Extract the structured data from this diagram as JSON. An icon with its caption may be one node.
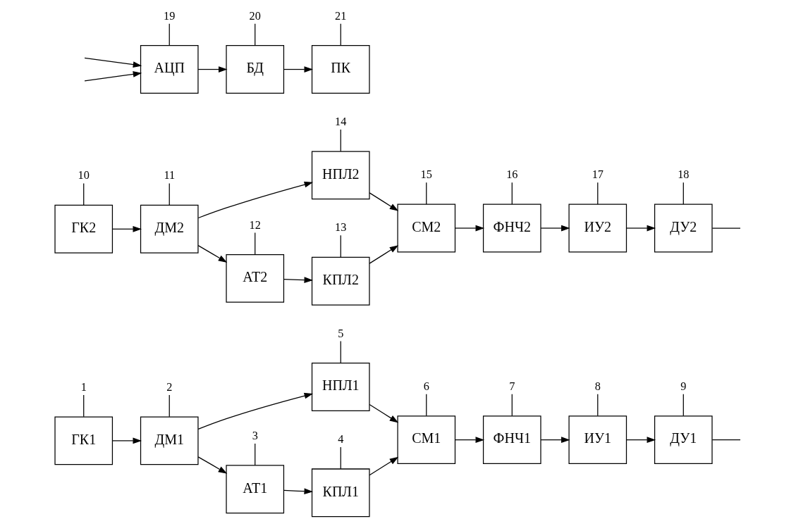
{
  "diagram": {
    "nodes": [
      {
        "text": [
          "ГК1"
        ]
      },
      {
        "text": [
          "ДМ1"
        ]
      },
      {
        "text": [
          "АТ1"
        ]
      },
      {
        "text": [
          "КПЛ1"
        ]
      },
      {
        "text": [
          "НПЛ1"
        ]
      },
      {
        "text": [
          "СМ1"
        ]
      },
      {
        "text": [
          "ФНЧ1"
        ]
      },
      {
        "text": [
          "ИУ1"
        ]
      },
      {
        "text": [
          "ДУ1"
        ]
      },
      {
        "text": [
          "ГК2"
        ]
      },
      {
        "text": [
          "ДМ2"
        ]
      },
      {
        "text": [
          "АТ2"
        ]
      },
      {
        "text": [
          "КПЛ2"
        ]
      },
      {
        "text": [
          "НПЛ2"
        ]
      },
      {
        "text": [
          "СМ2"
        ]
      },
      {
        "text": [
          "ФНЧ2"
        ]
      },
      {
        "text": [
          "ИУ2"
        ]
      },
      {
        "text": [
          "ДУ2"
        ]
      },
      {
        "text": [
          "АЦП"
        ]
      },
      {
        "text": [
          "БД"
        ]
      },
      {
        "text": [
          "ПК"
        ]
      },
      {
        "text": [
          "1"
        ]
      },
      {
        "text": [
          "2"
        ]
      },
      {
        "text": [
          "3"
        ]
      },
      {
        "text": [
          "4"
        ]
      },
      {
        "text": [
          "5"
        ]
      },
      {
        "text": [
          "6"
        ]
      },
      {
        "text": [
          "7"
        ]
      },
      {
        "text": [
          "8"
        ]
      },
      {
        "text": [
          "9"
        ]
      },
      {
        "text": [
          "10"
        ]
      },
      {
        "text": [
          "11"
        ]
      },
      {
        "text": [
          "12"
        ]
      },
      {
        "text": [
          "13"
        ]
      },
      {
        "text": [
          "14"
        ]
      },
      {
        "text": [
          "15"
        ]
      },
      {
        "text": [
          "16"
        ]
      },
      {
        "text": [
          "17"
        ]
      },
      {
        "text": [
          "18"
        ]
      },
      {
        "text": [
          "19"
        ]
      },
      {
        "text": [
          "20"
        ]
      },
      {
        "text": [
          "21"
        ]
      }
    ],
    "edges": [
      {
        "from": 0,
        "to": 1,
        "arrow": "to"
      },
      {
        "from": 1,
        "to": 4,
        "arrow": "to"
      },
      {
        "from": 1,
        "to": 2,
        "arrow": "to"
      },
      {
        "from": 2,
        "to": 3,
        "arrow": "to"
      },
      {
        "from": 4,
        "to": 5,
        "arrow": "to"
      },
      {
        "from": 3,
        "to": 5,
        "arrow": "to"
      },
      {
        "from": 5,
        "to": 6,
        "arrow": "to"
      },
      {
        "from": 6,
        "to": 7,
        "arrow": "to"
      },
      {
        "from": 7,
        "to": 8,
        "arrow": "to"
      },
      {
        "from": 8,
        "to": null,
        "arrow": "none"
      },
      {
        "from": null,
        "to": 18,
        "arrow": "to"
      },
      {
        "from": null,
        "to": 18,
        "arrow": "to"
      },
      {
        "from": 18,
        "to": 19,
        "arrow": "to"
      },
      {
        "from": 19,
        "to": 20,
        "arrow": "to"
      },
      {
        "from": 9,
        "to": 10,
        "arrow": "to"
      },
      {
        "from": 10,
        "to": 13,
        "arrow": "to"
      },
      {
        "from": 10,
        "to": 11,
        "arrow": "to"
      },
      {
        "from": 11,
        "to": 12,
        "arrow": "to"
      },
      {
        "from": 13,
        "to": 14,
        "arrow": "to"
      },
      {
        "from": 12,
        "to": 14,
        "arrow": "to"
      },
      {
        "from": 14,
        "to": 15,
        "arrow": "to"
      },
      {
        "from": 15,
        "to": 16,
        "arrow": "to"
      },
      {
        "from": 16,
        "to": 17,
        "arrow": "to"
      },
      {
        "from": 17,
        "to": null,
        "arrow": "none"
      },
      {
        "from": 21,
        "to": 0,
        "arrow": "none"
      },
      {
        "from": 22,
        "to": 1,
        "arrow": "none"
      },
      {
        "from": 23,
        "to": 2,
        "arrow": "none"
      },
      {
        "from": 24,
        "to": 3,
        "arrow": "none"
      },
      {
        "from": 25,
        "to": 4,
        "arrow": "none"
      },
      {
        "from": 26,
        "to": 5,
        "arrow": "none"
      },
      {
        "from": 27,
        "to": 6,
        "arrow": "none"
      },
      {
        "from": 28,
        "to": 7,
        "arrow": "none"
      },
      {
        "from": 29,
        "to": 8,
        "arrow": "none"
      },
      {
        "from": 30,
        "to": 9,
        "arrow": "none"
      },
      {
        "from": 31,
        "to": 10,
        "arrow": "none"
      },
      {
        "from": 32,
        "to": 11,
        "arrow": "none"
      },
      {
        "from": 33,
        "to": 12,
        "arrow": "none"
      },
      {
        "from": 34,
        "to": 13,
        "arrow": "none"
      },
      {
        "from": 35,
        "to": 14,
        "arrow": "none"
      },
      {
        "from": 36,
        "to": 15,
        "arrow": "none"
      },
      {
        "from": 37,
        "to": 16,
        "arrow": "none"
      },
      {
        "from": 38,
        "to": 17,
        "arrow": "none"
      },
      {
        "from": 39,
        "to": 18,
        "arrow": "none"
      },
      {
        "from": 40,
        "to": 19,
        "arrow": "none"
      },
      {
        "from": 41,
        "to": 20,
        "arrow": "none"
      }
    ]
  }
}
